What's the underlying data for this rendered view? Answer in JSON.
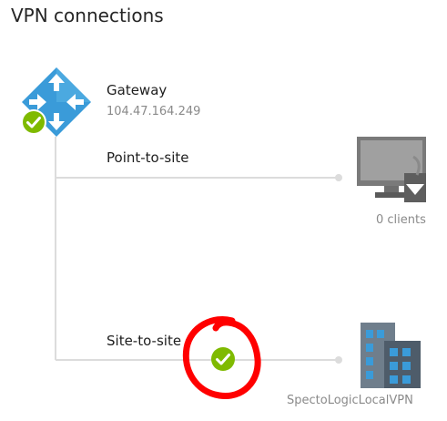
{
  "panel": {
    "title": "VPN connections"
  },
  "gateway": {
    "name": "Gateway",
    "ip": "104.47.164.249",
    "icon": "gateway-icon",
    "status_icon": "checkmark-circle-icon"
  },
  "connections": {
    "point_to_site": {
      "label": "Point-to-site",
      "clients_text": "0 clients",
      "icon": "monitor-icon"
    },
    "site_to_site": {
      "label": "Site-to-site",
      "status_icon": "checkmark-circle-icon",
      "site_name": "SpectoLogicLocalVPN",
      "icon": "building-icon"
    }
  },
  "colors": {
    "accent_blue": "#3a9bd9",
    "status_green": "#7fba00",
    "connector_gray": "#dcdcdc",
    "annotation_red": "#ff0000"
  }
}
